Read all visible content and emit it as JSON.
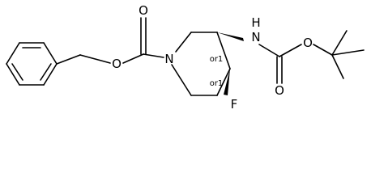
{
  "molecule": {
    "atom_labels": {
      "carbonyl_o_1": "O",
      "ester_o_1": "O",
      "ring_n": "N",
      "nh": "N",
      "nh_h": "H",
      "carbonyl_o_2": "O",
      "ester_o_2": "O",
      "fluorine": "F"
    },
    "stereo_labels": {
      "c3": "or1",
      "c4": "or1"
    }
  }
}
